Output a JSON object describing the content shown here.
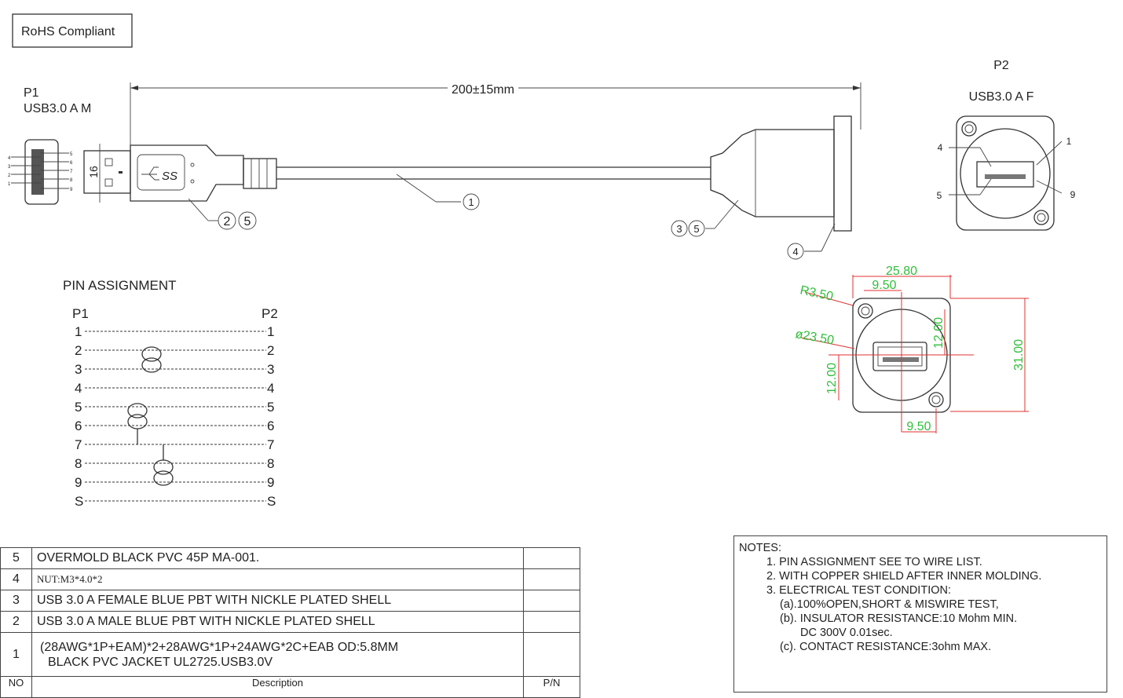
{
  "rohs_label": "RoHS Compliant",
  "length_dimension": "200±15mm",
  "p1": {
    "label": "P1",
    "type": "USB3.0 A M",
    "height_dim": "16",
    "pins_left": [
      "4",
      "3",
      "2",
      "1"
    ],
    "pins_right": [
      "5",
      "6",
      "7",
      "8",
      "9"
    ],
    "logo_text": "SS"
  },
  "p2": {
    "label": "P2",
    "type": "USB3.0 A F",
    "pin_labels": {
      "top_left": "4",
      "bottom_left": "5",
      "top_right": "1",
      "bottom_right": "9"
    }
  },
  "callouts": {
    "cable": "1",
    "p1_a": "2",
    "p1_b": "5",
    "p2_a": "3",
    "p2_b": "5",
    "nut": "4"
  },
  "panel_dims": {
    "width": "25.80",
    "hole_offset_top": "9.50",
    "radius": "R3.50",
    "diameter": "ø23.50",
    "half_height_right": "12.00",
    "half_height_left": "12.00",
    "height": "31.00",
    "hole_offset_bottom": "9.50"
  },
  "pin_assignment": {
    "title": "PIN  ASSIGNMENT",
    "left_header": "P1",
    "right_header": "P2",
    "rows": [
      {
        "from": "1",
        "to": "1"
      },
      {
        "from": "2",
        "to": "2"
      },
      {
        "from": "3",
        "to": "3"
      },
      {
        "from": "4",
        "to": "4"
      },
      {
        "from": "5",
        "to": "5"
      },
      {
        "from": "6",
        "to": "6"
      },
      {
        "from": "7",
        "to": "7"
      },
      {
        "from": "8",
        "to": "8"
      },
      {
        "from": "9",
        "to": "9"
      },
      {
        "from": "S",
        "to": "S"
      }
    ],
    "twisted_pairs": [
      [
        "2",
        "3"
      ],
      [
        "5",
        "6"
      ],
      [
        "8",
        "9"
      ]
    ]
  },
  "bom": {
    "rows": [
      {
        "no": "5",
        "description": "OVERMOLD BLACK PVC 45P MA-001.",
        "pn": ""
      },
      {
        "no": "4",
        "description": "NUT:M3*4.0*2",
        "pn": ""
      },
      {
        "no": "3",
        "description": "USB 3.0 A FEMALE  BLUE PBT WITH NICKLE PLATED SHELL",
        "pn": ""
      },
      {
        "no": "2",
        "description": "USB 3.0 A MALE  BLUE PBT WITH NICKLE PLATED SHELL",
        "pn": ""
      },
      {
        "no": "1",
        "description": "(28AWG*1P+EAM)*2+28AWG*1P+24AWG*2C+EAB  OD:5.8MM",
        "description2": "BLACK PVC JACKET UL2725.USB3.0V",
        "pn": ""
      }
    ],
    "header": {
      "no": "NO",
      "description": "Description",
      "pn": "P/N"
    }
  },
  "notes": {
    "title": "NOTES:",
    "items": [
      "1. PIN ASSIGNMENT SEE TO WIRE LIST.",
      "2. WITH COPPER SHIELD AFTER INNER MOLDING.",
      "3. ELECTRICAL TEST CONDITION:",
      "(a).100%OPEN,SHORT & MISWIRE TEST,",
      "(b). INSULATOR RESISTANCE:10 Mohm MIN.",
      "DC 300V 0.01sec.",
      "(c). CONTACT RESISTANCE:3ohm MAX."
    ]
  }
}
